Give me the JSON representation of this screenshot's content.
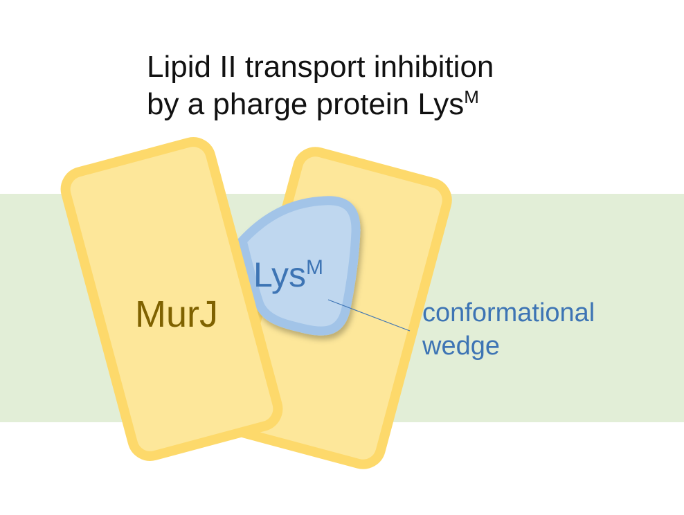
{
  "title": {
    "line1": "Lipid II transport inhibition",
    "line2": "by a pharge protein Lys",
    "line2_sup": "M"
  },
  "labels": {
    "murj": "MurJ",
    "lys": "Lys",
    "lys_sup": "M",
    "callout_line1": "conformational",
    "callout_line2": "wedge"
  },
  "colors": {
    "membrane": "#e2eed7",
    "protein_fill": "#fde79a",
    "protein_stroke": "#fdd96b",
    "murj_text": "#7f6200",
    "lys_fill": "#bfd7ef",
    "lys_stroke": "#a2c4e8",
    "lys_text": "#3d74b4",
    "callout": "#3d74b4"
  }
}
